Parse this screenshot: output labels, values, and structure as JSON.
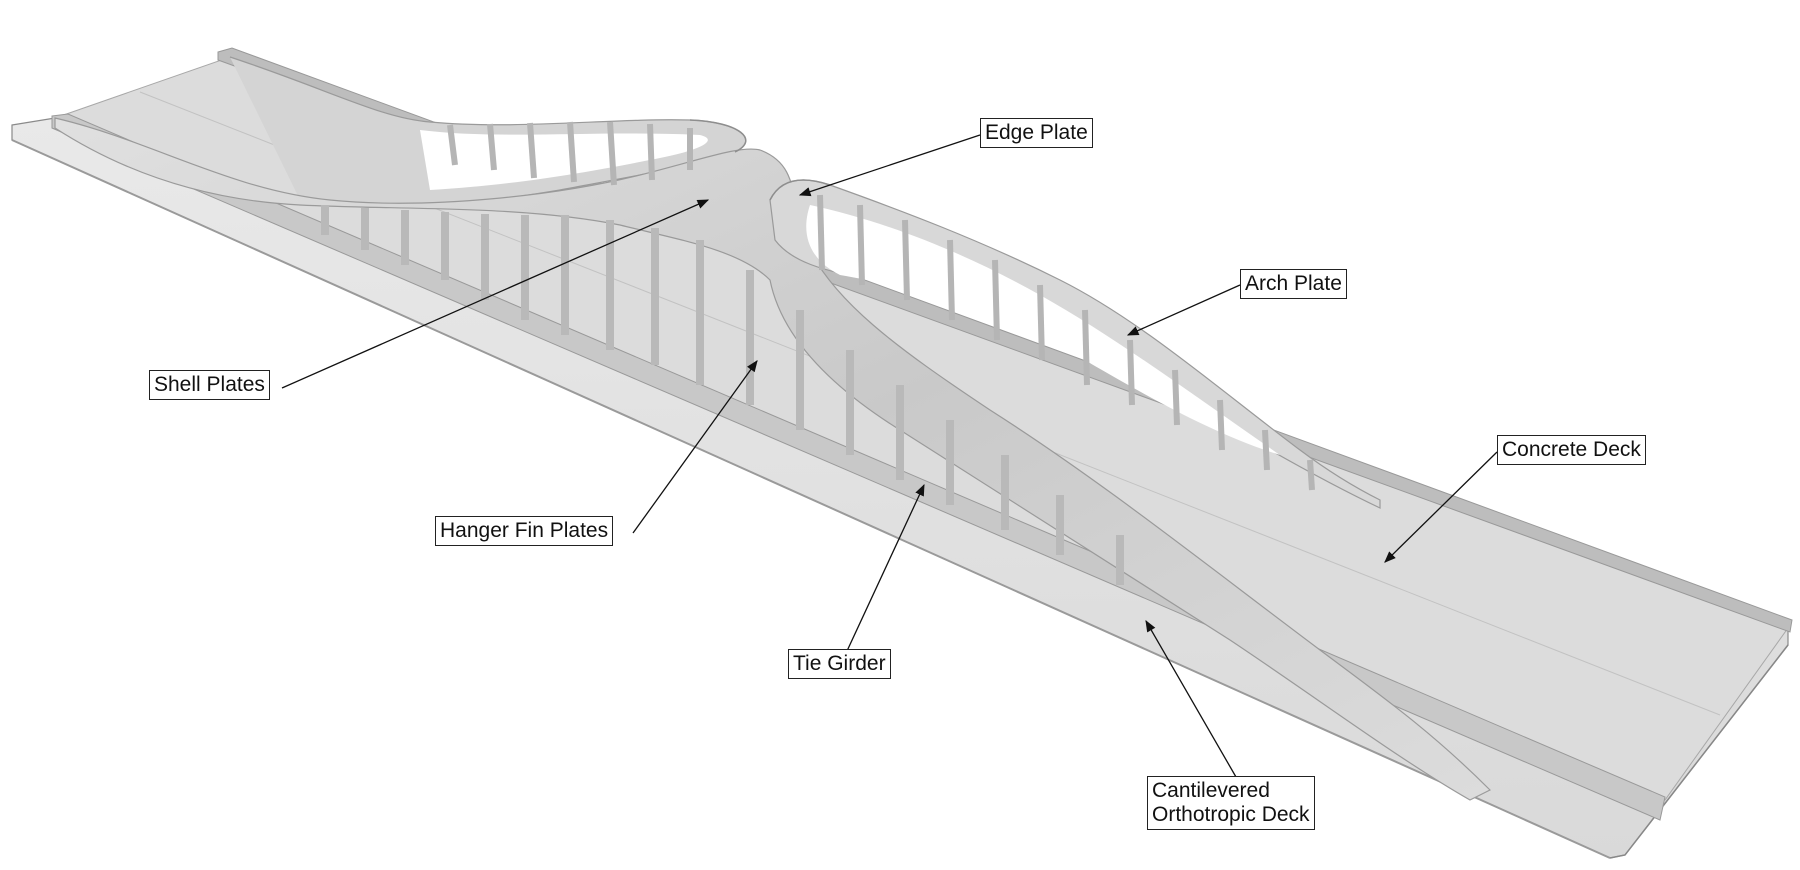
{
  "labels": {
    "edge_plate": "Edge Plate",
    "arch_plate": "Arch Plate",
    "shell_plates": "Shell Plates",
    "concrete_deck": "Concrete Deck",
    "hanger_fin_plates": "Hanger Fin Plates",
    "tie_girder": "Tie Girder",
    "cantilevered_orthotropic_deck": "Cantilevered\nOrthotropic Deck"
  },
  "colors": {
    "background": "#ffffff",
    "deck": "#e6e6e6",
    "concrete": "#d8d8d8",
    "shell": "#d2d2d2",
    "girder": "#cfcfcf",
    "hanger": "#bdbdbd",
    "edge": "#9a9a9a",
    "leader": "#111111"
  }
}
